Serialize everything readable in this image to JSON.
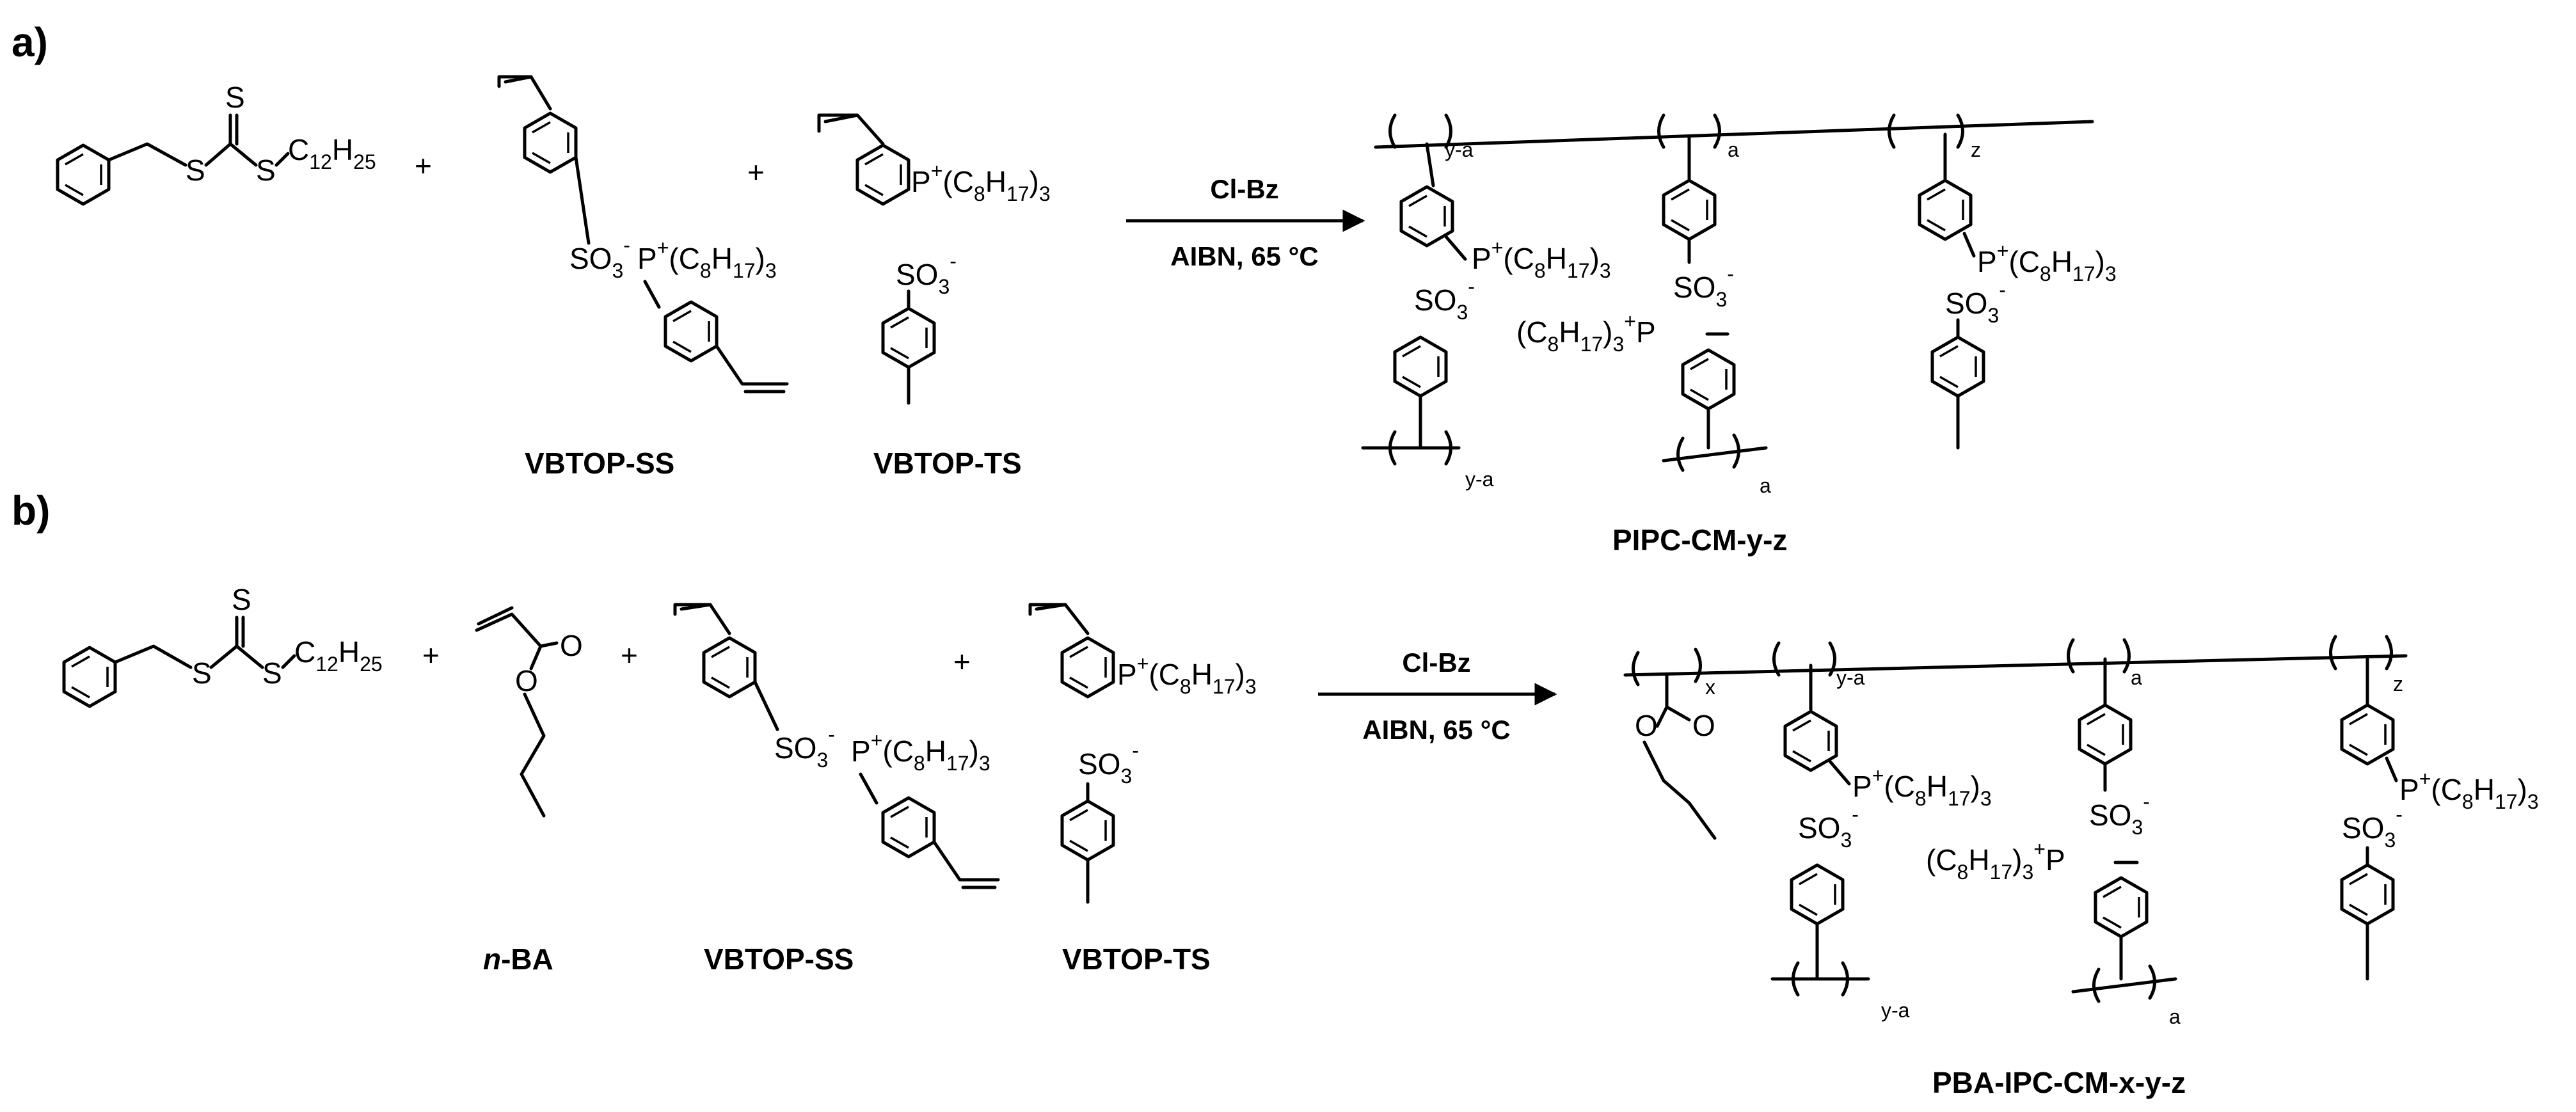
{
  "figure": {
    "panel_a": {
      "label": "a)",
      "raft_agent": {
        "s_top": "S",
        "s_left": "S",
        "s_right": "S",
        "alkyl": "C",
        "alkyl_sub": "12",
        "alkyl_tail": "H",
        "alkyl_tail_sub": "25"
      },
      "plus": "+",
      "monomer_ss_name": "VBTOP-SS",
      "monomer_ts_name": "VBTOP-TS",
      "so3": "SO",
      "so3_sub": "3",
      "minus": "-",
      "p_plus": "P",
      "plus_sup": "+",
      "c8h17": "(C",
      "c8h17_sub1": "8",
      "c8h17_h": "H",
      "c8h17_sub2": "17",
      "c8h17_close": ")",
      "c8h17_sub3": "3",
      "arrow_top": "Cl-Bz",
      "arrow_bottom": "AIBN, 65 °C",
      "subscripts": {
        "ya": "y-a",
        "a": "a",
        "z": "z"
      },
      "product_name": "PIPC-CM-y-z"
    },
    "panel_b": {
      "label": "b)",
      "monomer_ba_italic": "n",
      "monomer_ba_rest": "-BA",
      "monomer_ss_name": "VBTOP-SS",
      "monomer_ts_name": "VBTOP-TS",
      "arrow_top": "Cl-Bz",
      "arrow_bottom": "AIBN, 65 °C",
      "subscripts": {
        "x": "x",
        "ya": "y-a",
        "a": "a",
        "z": "z"
      },
      "ester_o1": "O",
      "ester_o2": "O",
      "product_name": "PBA-IPC-CM-x-y-z"
    }
  }
}
